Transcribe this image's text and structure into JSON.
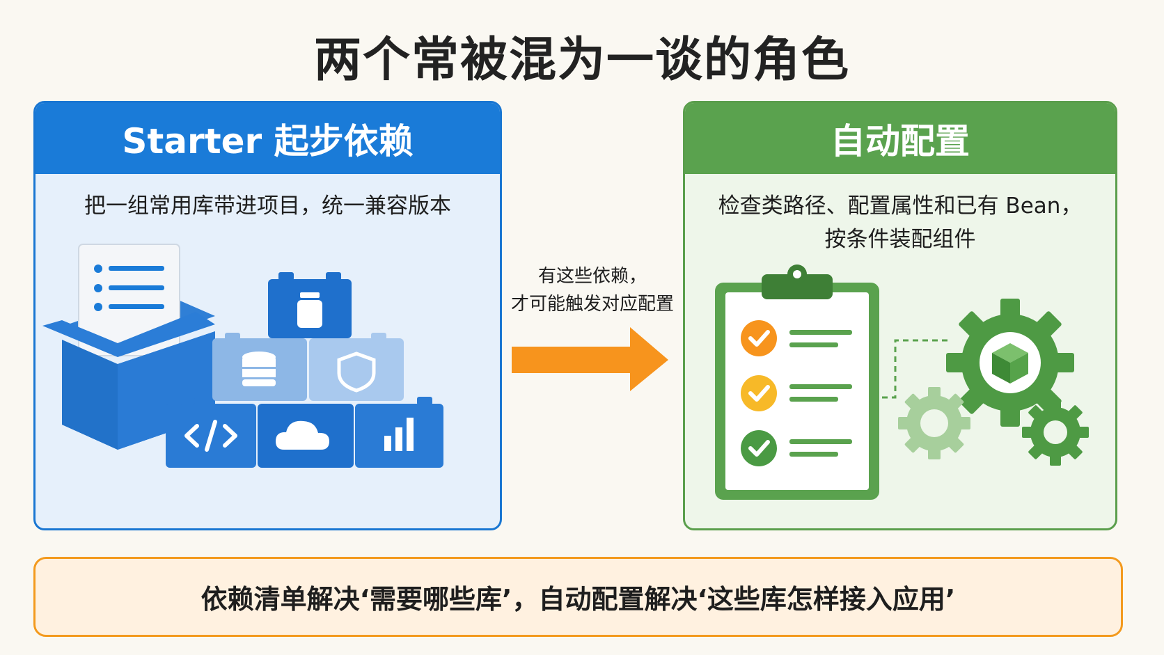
{
  "title": "两个常被混为一谈的角色",
  "left_panel": {
    "heading": "Starter 起步依赖",
    "description": "把一组常用库带进项目，统一兼容版本",
    "accent_color": "#1a7bd8",
    "icons": [
      "box-icon",
      "document-list-icon",
      "bottle-icon",
      "database-icon",
      "shield-icon",
      "code-icon",
      "cloud-icon",
      "bar-chart-icon"
    ]
  },
  "arrow": {
    "line1": "有这些依赖，",
    "line2": "才可能触发对应配置",
    "color": "#f7941d"
  },
  "right_panel": {
    "heading": "自动配置",
    "description_line1": "检查类路径、配置属性和已有 Bean，",
    "description_line2": "按条件装配组件",
    "accent_color": "#5aa24e",
    "icons": [
      "clipboard-icon",
      "checkmark-icon",
      "gear-icon",
      "cube-icon"
    ]
  },
  "footer": {
    "text": "依赖清单解决‘需要哪些库’，自动配置解决‘这些库怎样接入应用’",
    "border_color": "#f39a1e"
  }
}
